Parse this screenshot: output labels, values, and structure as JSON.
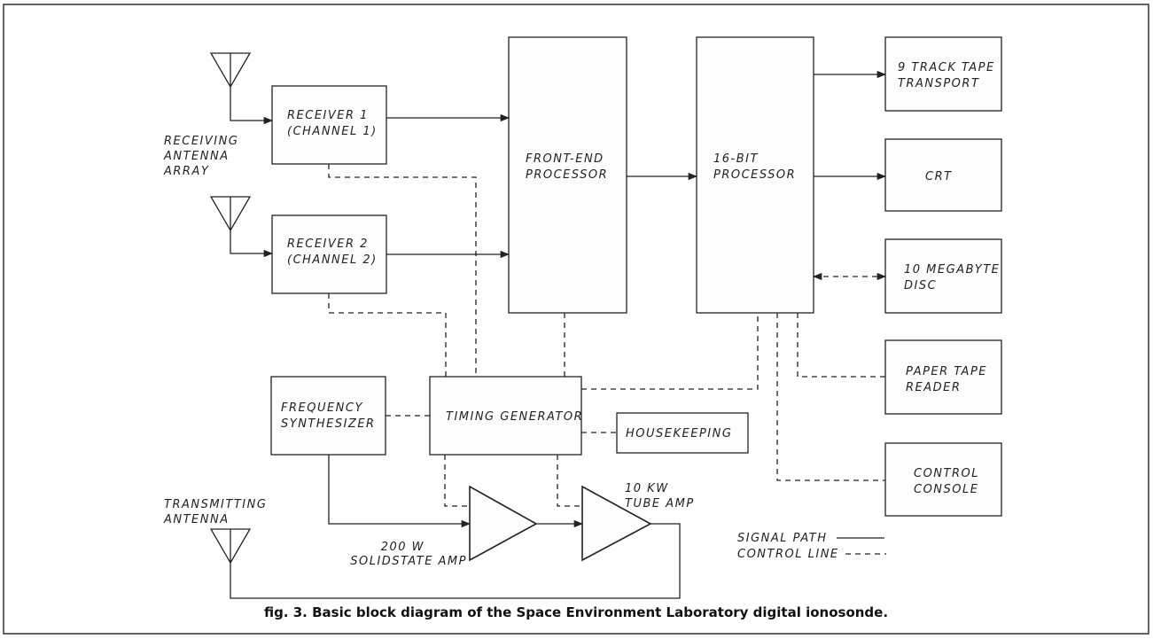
{
  "blocks": {
    "receiver1": [
      "RECEIVER 1",
      "(CHANNEL 1)"
    ],
    "receiver2": [
      "RECEIVER 2",
      "(CHANNEL 2)"
    ],
    "front_end": [
      "FRONT-END",
      "PROCESSOR"
    ],
    "processor16": [
      "16-BIT",
      "PROCESSOR"
    ],
    "tape": [
      "9 TRACK TAPE",
      "TRANSPORT"
    ],
    "crt": [
      "CRT"
    ],
    "disc": [
      "10 MEGABYTE",
      "DISC"
    ],
    "paper_tape": [
      "PAPER TAPE",
      "READER"
    ],
    "console": [
      "CONTROL",
      "CONSOLE"
    ],
    "synth": [
      "FREQUENCY",
      "SYNTHESIZER"
    ],
    "timing": [
      "TIMING GENERATOR"
    ],
    "housekeeping": [
      "HOUSEKEEPING"
    ]
  },
  "labels": {
    "rx_antenna": [
      "RECEIVING",
      "ANTENNA",
      "ARRAY"
    ],
    "tx_antenna": [
      "TRANSMITTING",
      "ANTENNA"
    ],
    "amp200": [
      "200 W",
      "SOLIDSTATE AMP"
    ],
    "amp10k": [
      "10 KW",
      "TUBE AMP"
    ]
  },
  "legend": {
    "signal": "SIGNAL PATH",
    "control": "CONTROL LINE"
  },
  "caption": "fig. 3. Basic block diagram of the Space Environment Laboratory digital ionosonde."
}
